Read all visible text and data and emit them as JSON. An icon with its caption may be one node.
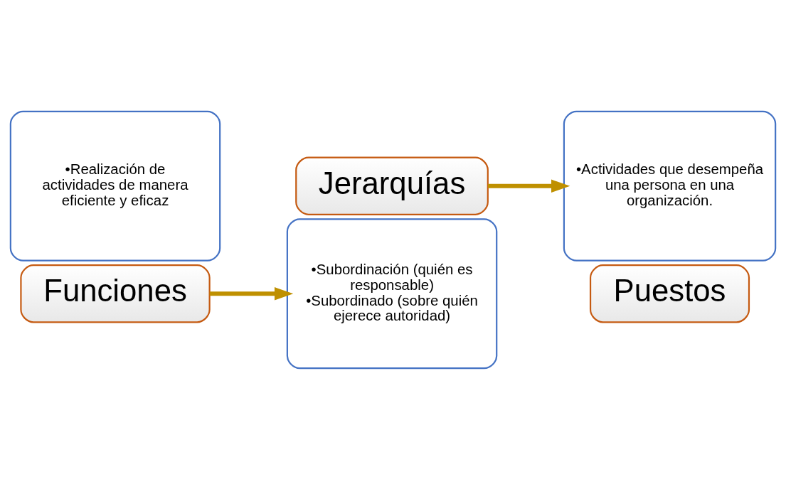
{
  "diagram": {
    "nodes": [
      {
        "text": [
          "•Realización de actividades de manera eficiente y eficaz"
        ]
      },
      {
        "text": [
          "Funciones"
        ]
      },
      {
        "text": [
          "Jerarquías"
        ]
      },
      {
        "text": [
          "•Subordinación (quién es responsable)",
          "•Subordinado (sobre quién ejerece autoridad)"
        ]
      },
      {
        "text": [
          "•Actividades que desempeña una persona en una organización."
        ]
      },
      {
        "text": [
          "Puestos"
        ]
      }
    ],
    "edges": [
      {
        "from": 1,
        "to": 3,
        "arrow": "to",
        "color": "#bf9000"
      },
      {
        "from": 2,
        "to": 4,
        "arrow": "to",
        "color": "#bf9000"
      }
    ]
  }
}
